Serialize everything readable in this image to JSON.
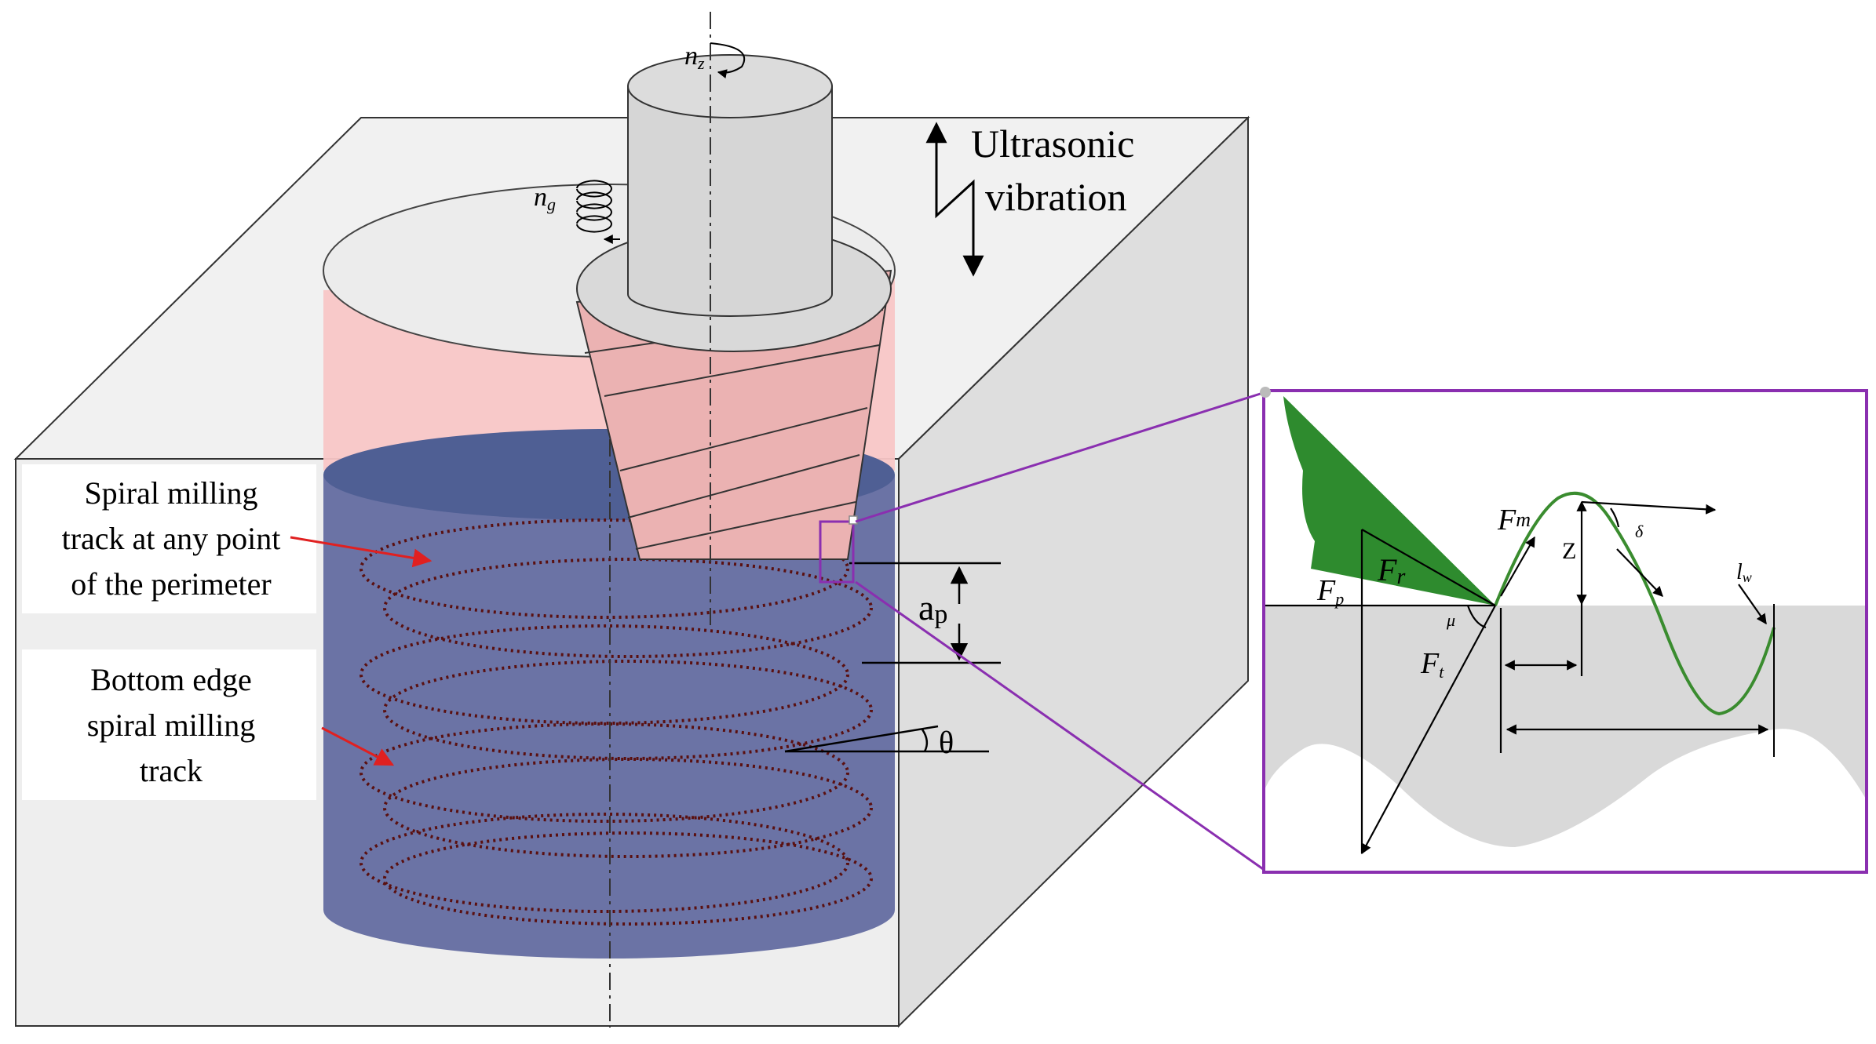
{
  "labels": {
    "n_z": "n",
    "n_z_sub": "z",
    "n_g": "n",
    "n_g_sub": "g",
    "ultrasonic_line1": "Ultrasonic",
    "ultrasonic_line2": "vibration",
    "spiral_track_line1": "Spiral milling",
    "spiral_track_line2": "track at any point",
    "spiral_track_line3": "of the perimeter",
    "bottom_edge_line1": "Bottom edge",
    "bottom_edge_line2": "spiral milling",
    "bottom_edge_line3": "track",
    "ap_main": "a",
    "ap_sub": "p",
    "theta": "θ"
  },
  "inset": {
    "F_m": "F",
    "F_m_sub": "m",
    "F_r": "F",
    "F_r_sub": "r",
    "F_p": "F",
    "F_p_sub": "p",
    "F_t": "F",
    "F_t_sub": "t",
    "mu": "μ",
    "delta": "δ",
    "Z": "Z",
    "l_w": "l",
    "l_w_sub": "w"
  },
  "colors": {
    "block_top": "#f1f1f1",
    "block_front": "#eeeeee",
    "block_side": "#dedede",
    "hole_pink": "#f8c6c6",
    "hole_blue": "#6b73a5",
    "hole_blue_dark": "#4f5f94",
    "tool_gray": "#d6d6d6",
    "tool_cone_pink": "#ebb2b2",
    "track_dots": "#5a1010",
    "inset_frame": "#8a2fb0",
    "chip_green": "#2e8b2e",
    "wave_green": "#3a8c2f",
    "workpiece_gray": "#d9d9d9",
    "arrow_red": "#e02020"
  }
}
